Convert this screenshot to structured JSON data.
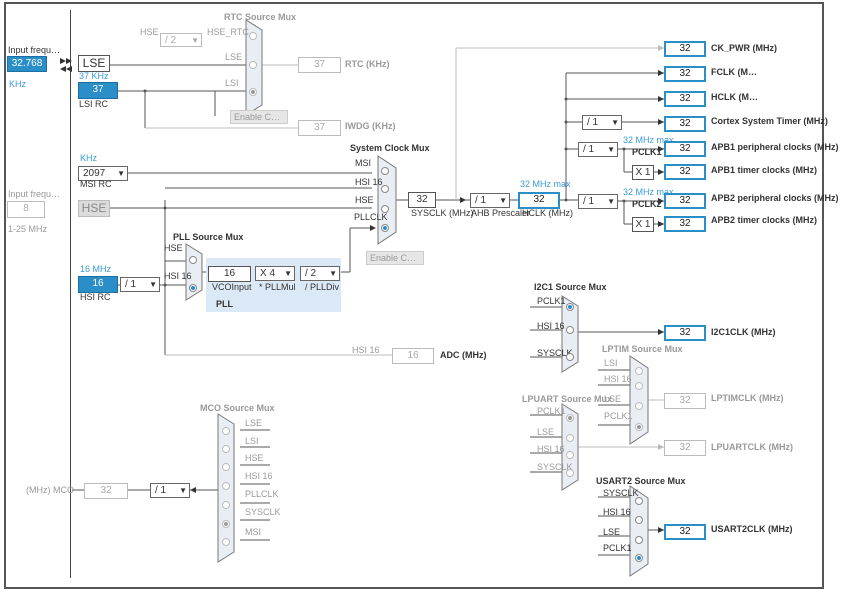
{
  "left": {
    "input_freq_label": "Input frequ…",
    "lse_value": "32.768",
    "lse_unit": "KHz",
    "lse_label": "LSE",
    "lsi_freq": "37 KHz",
    "lsi_value": "37",
    "lsi_label": "LSI RC",
    "msi_unit": "KHz",
    "msi_value": "2097",
    "msi_label": "MSI RC",
    "hse_input_label": "Input frequ…",
    "hse_input_value": "8",
    "hse_range": "1-25 MHz",
    "hse_label": "HSE",
    "hsi_freq": "16 MHz",
    "hsi_value": "16",
    "hsi_label": "HSI RC",
    "hsi_div": "/ 1"
  },
  "rtc": {
    "title": "RTC Source Mux",
    "hse_label": "HSE",
    "hse_div": "/ 2",
    "hse_rtc": "HSE_RTC",
    "lse": "LSE",
    "lsi": "LSI",
    "value": "37",
    "out_label": "RTC (KHz)",
    "enable_css": "Enable C…",
    "iwdg_value": "37",
    "iwdg_label": "IWDG (KHz)"
  },
  "sysclk": {
    "title": "System Clock Mux",
    "msi": "MSI",
    "hsi": "HSI 16",
    "hse": "HSE",
    "pllclk": "PLLCLK",
    "value": "32",
    "label": "SYSCLK (MHz)",
    "enable_css": "Enable C…",
    "ahb_div": "/ 1",
    "ahb_label": "AHB Prescaler",
    "hclk_max": "32 MHz max",
    "hclk_value": "32",
    "hclk_label": "HCLK (MHz)"
  },
  "pll": {
    "title": "PLL Source Mux",
    "hse": "HSE",
    "hsi": "HSI 16",
    "vco_value": "16",
    "mul": "X 4",
    "div": "/ 2",
    "vco_label": "VCOInput",
    "mul_label": "* PLLMul",
    "div_label": "/ PLLDiv",
    "name": "PLL"
  },
  "adc": {
    "label_in": "HSI 16",
    "value": "16",
    "label": "ADC (MHz)"
  },
  "outputs": {
    "ck_pwr": {
      "value": "32",
      "label": "CK_PWR (MHz)"
    },
    "fclk": {
      "value": "32",
      "label": "FCLK (M…"
    },
    "hclk": {
      "value": "32",
      "label": "HCLK (M…"
    },
    "cortex": {
      "div": "/ 1",
      "value": "32",
      "label": "Cortex System Timer (MHz)"
    },
    "apb1": {
      "div": "/ 1",
      "max": "32 MHz max",
      "pclk": "PCLK1",
      "value": "32",
      "label": "APB1 peripheral clocks (MHz)"
    },
    "apb1_timer": {
      "mul": "X 1",
      "value": "32",
      "label": "APB1 timer clocks (MHz)"
    },
    "apb2": {
      "div": "/ 1",
      "max": "32 MHz max",
      "pclk": "PCLK2",
      "value": "32",
      "label": "APB2 peripheral clocks (MHz)"
    },
    "apb2_timer": {
      "mul": "X 1",
      "value": "32",
      "label": "APB2 timer clocks (MHz)"
    }
  },
  "i2c1": {
    "title": "I2C1 Source Mux",
    "pclk1": "PCLK1",
    "hsi": "HSI 16",
    "sysclk": "SYSCLK",
    "value": "32",
    "label": "I2C1CLK (MHz)"
  },
  "lptim": {
    "title": "LPTIM Source Mux",
    "lsi": "LSI",
    "hsi": "HSI 16",
    "lse": "LSE",
    "pclk1": "PCLK1",
    "value": "32",
    "label": "LPTIMCLK (MHz)"
  },
  "lpuart": {
    "title": "LPUART Source Mux",
    "pclk1": "PCLK1",
    "lse": "LSE",
    "hsi": "HSI 16",
    "sysclk": "SYSCLK",
    "value": "32",
    "label": "LPUARTCLK (MHz)"
  },
  "usart2": {
    "title": "USART2 Source Mux",
    "sysclk": "SYSCLK",
    "hsi": "HSI 16",
    "lse": "LSE",
    "pclk1": "PCLK1",
    "value": "32",
    "label": "USART2CLK (MHz)"
  },
  "mco": {
    "title": "MCO Source Mux",
    "lse": "LSE",
    "lsi": "LSI",
    "hse": "HSE",
    "hsi": "HSI 16",
    "pllclk": "PLLCLK",
    "sysclk": "SYSCLK",
    "msi": "MSI",
    "label": "(MHz) MCO",
    "value": "32",
    "div": "/ 1"
  },
  "colors": {
    "accent": "#2a8ec9",
    "disabled": "#aaaaaa",
    "pll_bg": "#dbe8f5"
  }
}
